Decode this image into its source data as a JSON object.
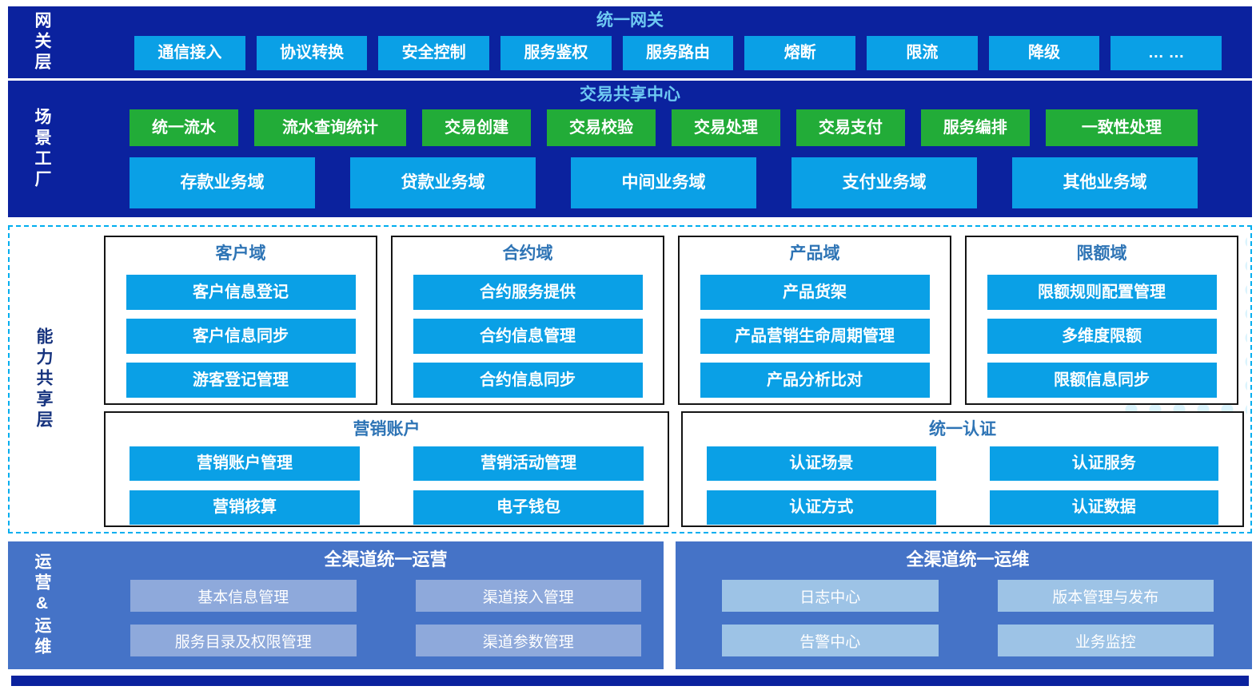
{
  "colors": {
    "navy": "#0B229E",
    "azure": "#0AA0E6",
    "green": "#22AC38",
    "band-title": "#6EC9F2",
    "group-title": "#2E74B5",
    "cap-border": "#00AEEF",
    "cap-side": "#16337E",
    "ops-bg": "#4573C7",
    "ops-item-left": "#8EA9DB",
    "ops-item-right": "#9DC3E6"
  },
  "gateway": {
    "side_label": "网关层",
    "title": "统一网关",
    "items": [
      "通信接入",
      "协议转换",
      "安全控制",
      "服务鉴权",
      "服务路由",
      "熔断",
      "限流",
      "降级",
      "… …"
    ]
  },
  "scenario_factory": {
    "side_label": "场景工厂",
    "title": "交易共享中心",
    "shared_center_items": [
      "统一流水",
      "流水查询统计",
      "交易创建",
      "交易校验",
      "交易处理",
      "交易支付",
      "服务编排",
      "一致性处理"
    ],
    "business_domains": [
      "存款业务域",
      "贷款业务域",
      "中间业务域",
      "支付业务域",
      "其他业务域"
    ]
  },
  "capability_layer": {
    "side_label": "能力共享层",
    "groups_row1": [
      {
        "title": "客户域",
        "items": [
          "客户信息登记",
          "客户信息同步",
          "游客登记管理"
        ]
      },
      {
        "title": "合约域",
        "items": [
          "合约服务提供",
          "合约信息管理",
          "合约信息同步"
        ]
      },
      {
        "title": "产品域",
        "items": [
          "产品货架",
          "产品营销生命周期管理",
          "产品分析比对"
        ]
      },
      {
        "title": "限额域",
        "items": [
          "限额规则配置管理",
          "多维度限额",
          "限额信息同步"
        ]
      }
    ],
    "groups_row2": [
      {
        "title": "营销账户",
        "items": [
          "营销账户管理",
          "营销活动管理",
          "营销核算",
          "电子钱包"
        ]
      },
      {
        "title": "统一认证",
        "items": [
          "认证场景",
          "认证服务",
          "认证方式",
          "认证数据"
        ]
      }
    ]
  },
  "operations": {
    "side_label": "运营&运维",
    "groups": [
      {
        "title": "全渠道统一运营",
        "items": [
          "基本信息管理",
          "渠道接入管理",
          "服务目录及权限管理",
          "渠道参数管理"
        ]
      },
      {
        "title": "全渠道统一运维",
        "items": [
          "日志中心",
          "版本管理与发布",
          "告警中心",
          "业务监控"
        ]
      }
    ]
  }
}
